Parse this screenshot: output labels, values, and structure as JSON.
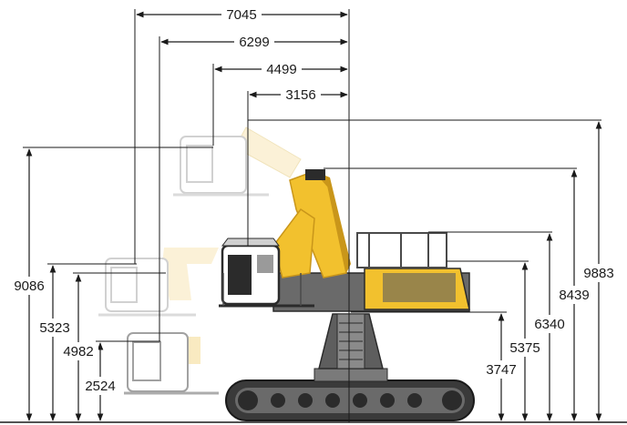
{
  "colors": {
    "boom_yellow": "#f2c12e",
    "boom_yellow_dark": "#c9961a",
    "ghost_yellow": "#f7e2a8",
    "machine_grey": "#5e5e5e",
    "machine_dark": "#2b2b2b",
    "ghost_grey": "#c8c8c8",
    "dimension_line": "#1a1a1a"
  },
  "horizontal_dimensions": [
    "7045",
    "6299",
    "4499",
    "3156"
  ],
  "vertical_dimensions_left": [
    "9086",
    "5323",
    "4982",
    "2524"
  ],
  "vertical_dimensions_right": [
    "3747",
    "5375",
    "6340",
    "8439",
    "9883"
  ]
}
